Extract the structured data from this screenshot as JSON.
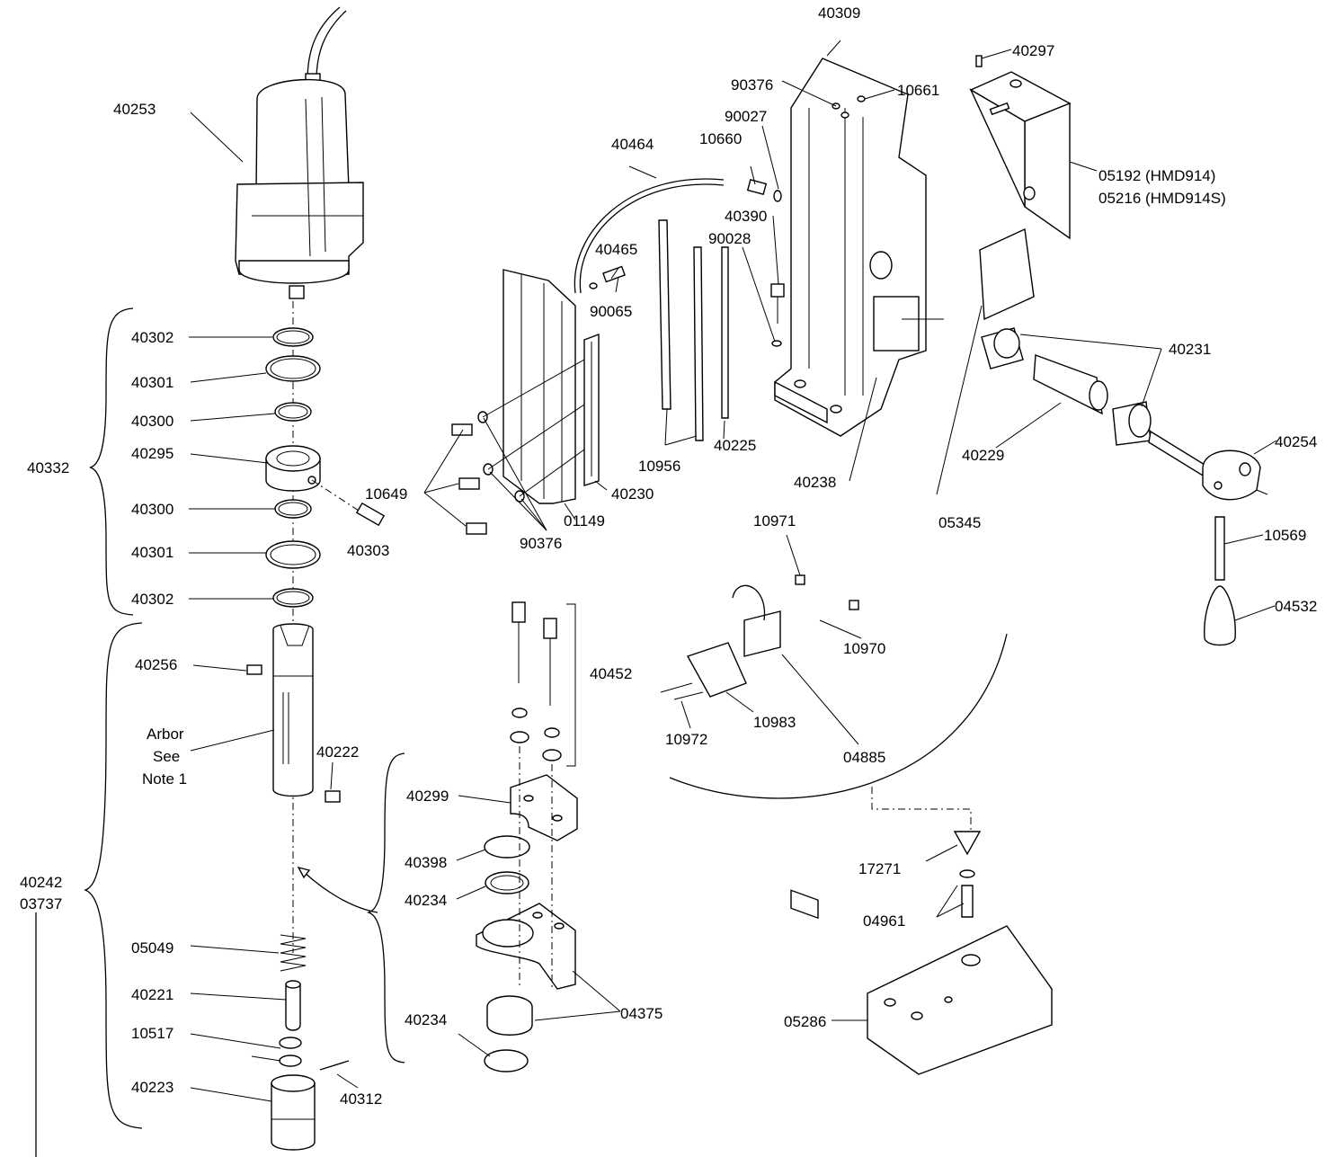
{
  "labels": {
    "p40253": "40253",
    "p40302a": "40302",
    "p40301a": "40301",
    "p40300a": "40300",
    "p40295": "40295",
    "p40300b": "40300",
    "p40301b": "40301",
    "p40302b": "40302",
    "p40332": "40332",
    "p40303": "40303",
    "p40256": "40256",
    "arbor_1": "Arbor",
    "arbor_2": "See",
    "arbor_3": "Note 1",
    "p40222": "40222",
    "p40242": "40242",
    "p03737": "03737",
    "p05049": "05049",
    "p40221": "40221",
    "p10517": "10517",
    "p40223": "40223",
    "p40312": "40312",
    "p10649": "10649",
    "p90376a": "90376",
    "p01149": "01149",
    "p40230": "40230",
    "p40464": "40464",
    "p40465": "40465",
    "p90065": "90065",
    "p10956": "10956",
    "p40225": "40225",
    "p40452": "40452",
    "p40299": "40299",
    "p40398": "40398",
    "p40234a": "40234",
    "p04375": "04375",
    "p40234b": "40234",
    "p40309": "40309",
    "p90376b": "90376",
    "p10661": "10661",
    "p90027": "90027",
    "p10660": "10660",
    "p40390": "40390",
    "p90028": "90028",
    "p40238": "40238",
    "p05345": "05345",
    "p40297": "40297",
    "p05192": "05192 (HMD914)",
    "p05216": "05216 (HMD914S)",
    "p40231": "40231",
    "p40229": "40229",
    "p40254": "40254",
    "p10569": "10569",
    "p04532": "04532",
    "p10971": "10971",
    "p10970": "10970",
    "p10983": "10983",
    "p10972": "10972",
    "p04885": "04885",
    "p17271": "17271",
    "p04961": "04961",
    "p05286": "05286"
  }
}
